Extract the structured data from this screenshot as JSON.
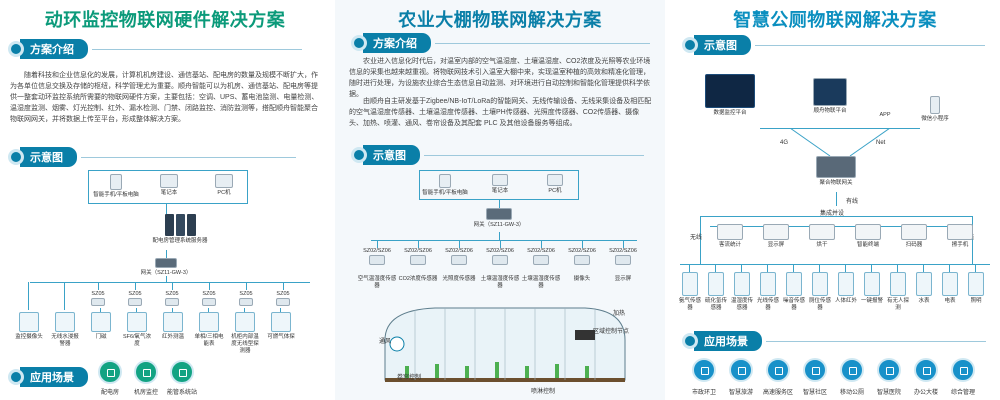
{
  "panels": {
    "p1": {
      "title": "动环监控物联网硬件解决方案",
      "sections": {
        "intro": "方案介绍",
        "diagram": "示意图",
        "scenes": "应用场景"
      },
      "intro_text": "随着科技和企业信息化的发展，计算机机房建设、通信基站、配电房的数量及规模不断扩大，作为各单位信息交换及存储的枢纽，科学管理尤为重要。顺舟智能可以为机房、通信基站、配电房等提供一整套动环监控系统所需要的物联网硬件方案，主要包括：空调、UPS、蓄电池监测、电量检测、温湿度监测、烟雾、灯光控制、红外、漏水检测、门禁、闭路监控、消防监测等，搭配顺舟智能聚合物联网网关，并将数据上传至平台，形成整体解决方案。",
      "top_devices": [
        "智能手机/平板电脑",
        "笔记本",
        "PC机"
      ],
      "server_label": "配电房管理系统服务器",
      "gateway_label": "网关（SZ11-GW-3）",
      "node_labels": [
        "SZ05",
        "SZ05",
        "SZ05",
        "SZ05",
        "SZ05",
        "SZ05"
      ],
      "sensors": [
        "监控摄像头",
        "无线水浸报警器",
        "门磁",
        "SF6/氧气浓度",
        "红外测温",
        "单相/三相电能表",
        "机柜内部温度无线型探测器",
        "可燃气体探"
      ],
      "scenes": [
        "配电房",
        "机房监控",
        "能管系统站"
      ]
    },
    "p2": {
      "title": "农业大棚物联网解决方案",
      "sections": {
        "intro": "方案介绍",
        "diagram": "示意图"
      },
      "intro_text_1": "农业进入信息化时代后，对温室内部的空气温湿度、土壤温湿度、CO2浓度及光照等农业环境信息的采集也越来越重视。将物联网技术引入温室大棚中来，实现温室种植的高效和精准化管理，随时进行处理，为设施农业综合生态信息自动监测、对环境进行自动控制和智能化管理提供科学依据。",
      "intro_text_2": "由顺舟自主研发基于Zigbee/NB-IoT/LoRa的智能网关、无线传输设备、无线采集设备及相匹配的空气温湿度传感器、土壤温湿度传感器、土壤PH传感器、光照度传感器、CO2传感器、摄像头、加热、喷灌、通风、卷帘设备及其配套 PLC 及其他设备服务等组成。",
      "top_devices": [
        "智能手机/平板电脑",
        "笔记本",
        "PC机"
      ],
      "gateway_label": "网关（SZ11-GW-3）",
      "node_labels": [
        "SZ02/SZ06",
        "SZ02/SZ06",
        "SZ02/SZ06",
        "SZ02/SZ06",
        "SZ02/SZ06",
        "SZ02/SZ06",
        "SZ02/SZ06"
      ],
      "sensors": [
        "空气温湿度传感器",
        "CO2浓度传感器",
        "光照度传感器",
        "土壤温湿度传感器",
        "土壤温湿度传感器",
        "摄像头",
        "显示屏"
      ],
      "greenhouse_tags": {
        "fan": "通风",
        "heater": "加热",
        "curtain": "卷帘控制",
        "spray": "喷淋控制",
        "zone": "区域控制节点"
      }
    },
    "p3": {
      "title": "智慧公厕物联网解决方案",
      "sections": {
        "diagram": "示意图",
        "scenes": "应用场景"
      },
      "top_nodes": [
        "数据监控平台",
        "顺舟物联平台",
        "APP",
        "微信小程序"
      ],
      "links": [
        "4G",
        "Net"
      ],
      "gateway_label": "聚合物联网关",
      "integrate_label": "集成并设",
      "wired_label": "有线",
      "wireless_label": "无线",
      "mid_devices": [
        "客流统计",
        "显示屏",
        "烘干",
        "智能终端",
        "扫码器",
        "擦手机"
      ],
      "sensors": [
        "氨气传感器",
        "硫化氢传感器",
        "温湿度传感器",
        "光线传感器",
        "噪音传感器",
        "厕位传感器",
        "人体红外",
        "一键报警",
        "有无人探测",
        "水表",
        "电表",
        "照明"
      ],
      "scenes": [
        "市政环卫",
        "智慧旅游",
        "高速服务区",
        "智慧社区",
        "移动公厕",
        "智慧医院",
        "办公大楼",
        "综合管理"
      ]
    }
  }
}
